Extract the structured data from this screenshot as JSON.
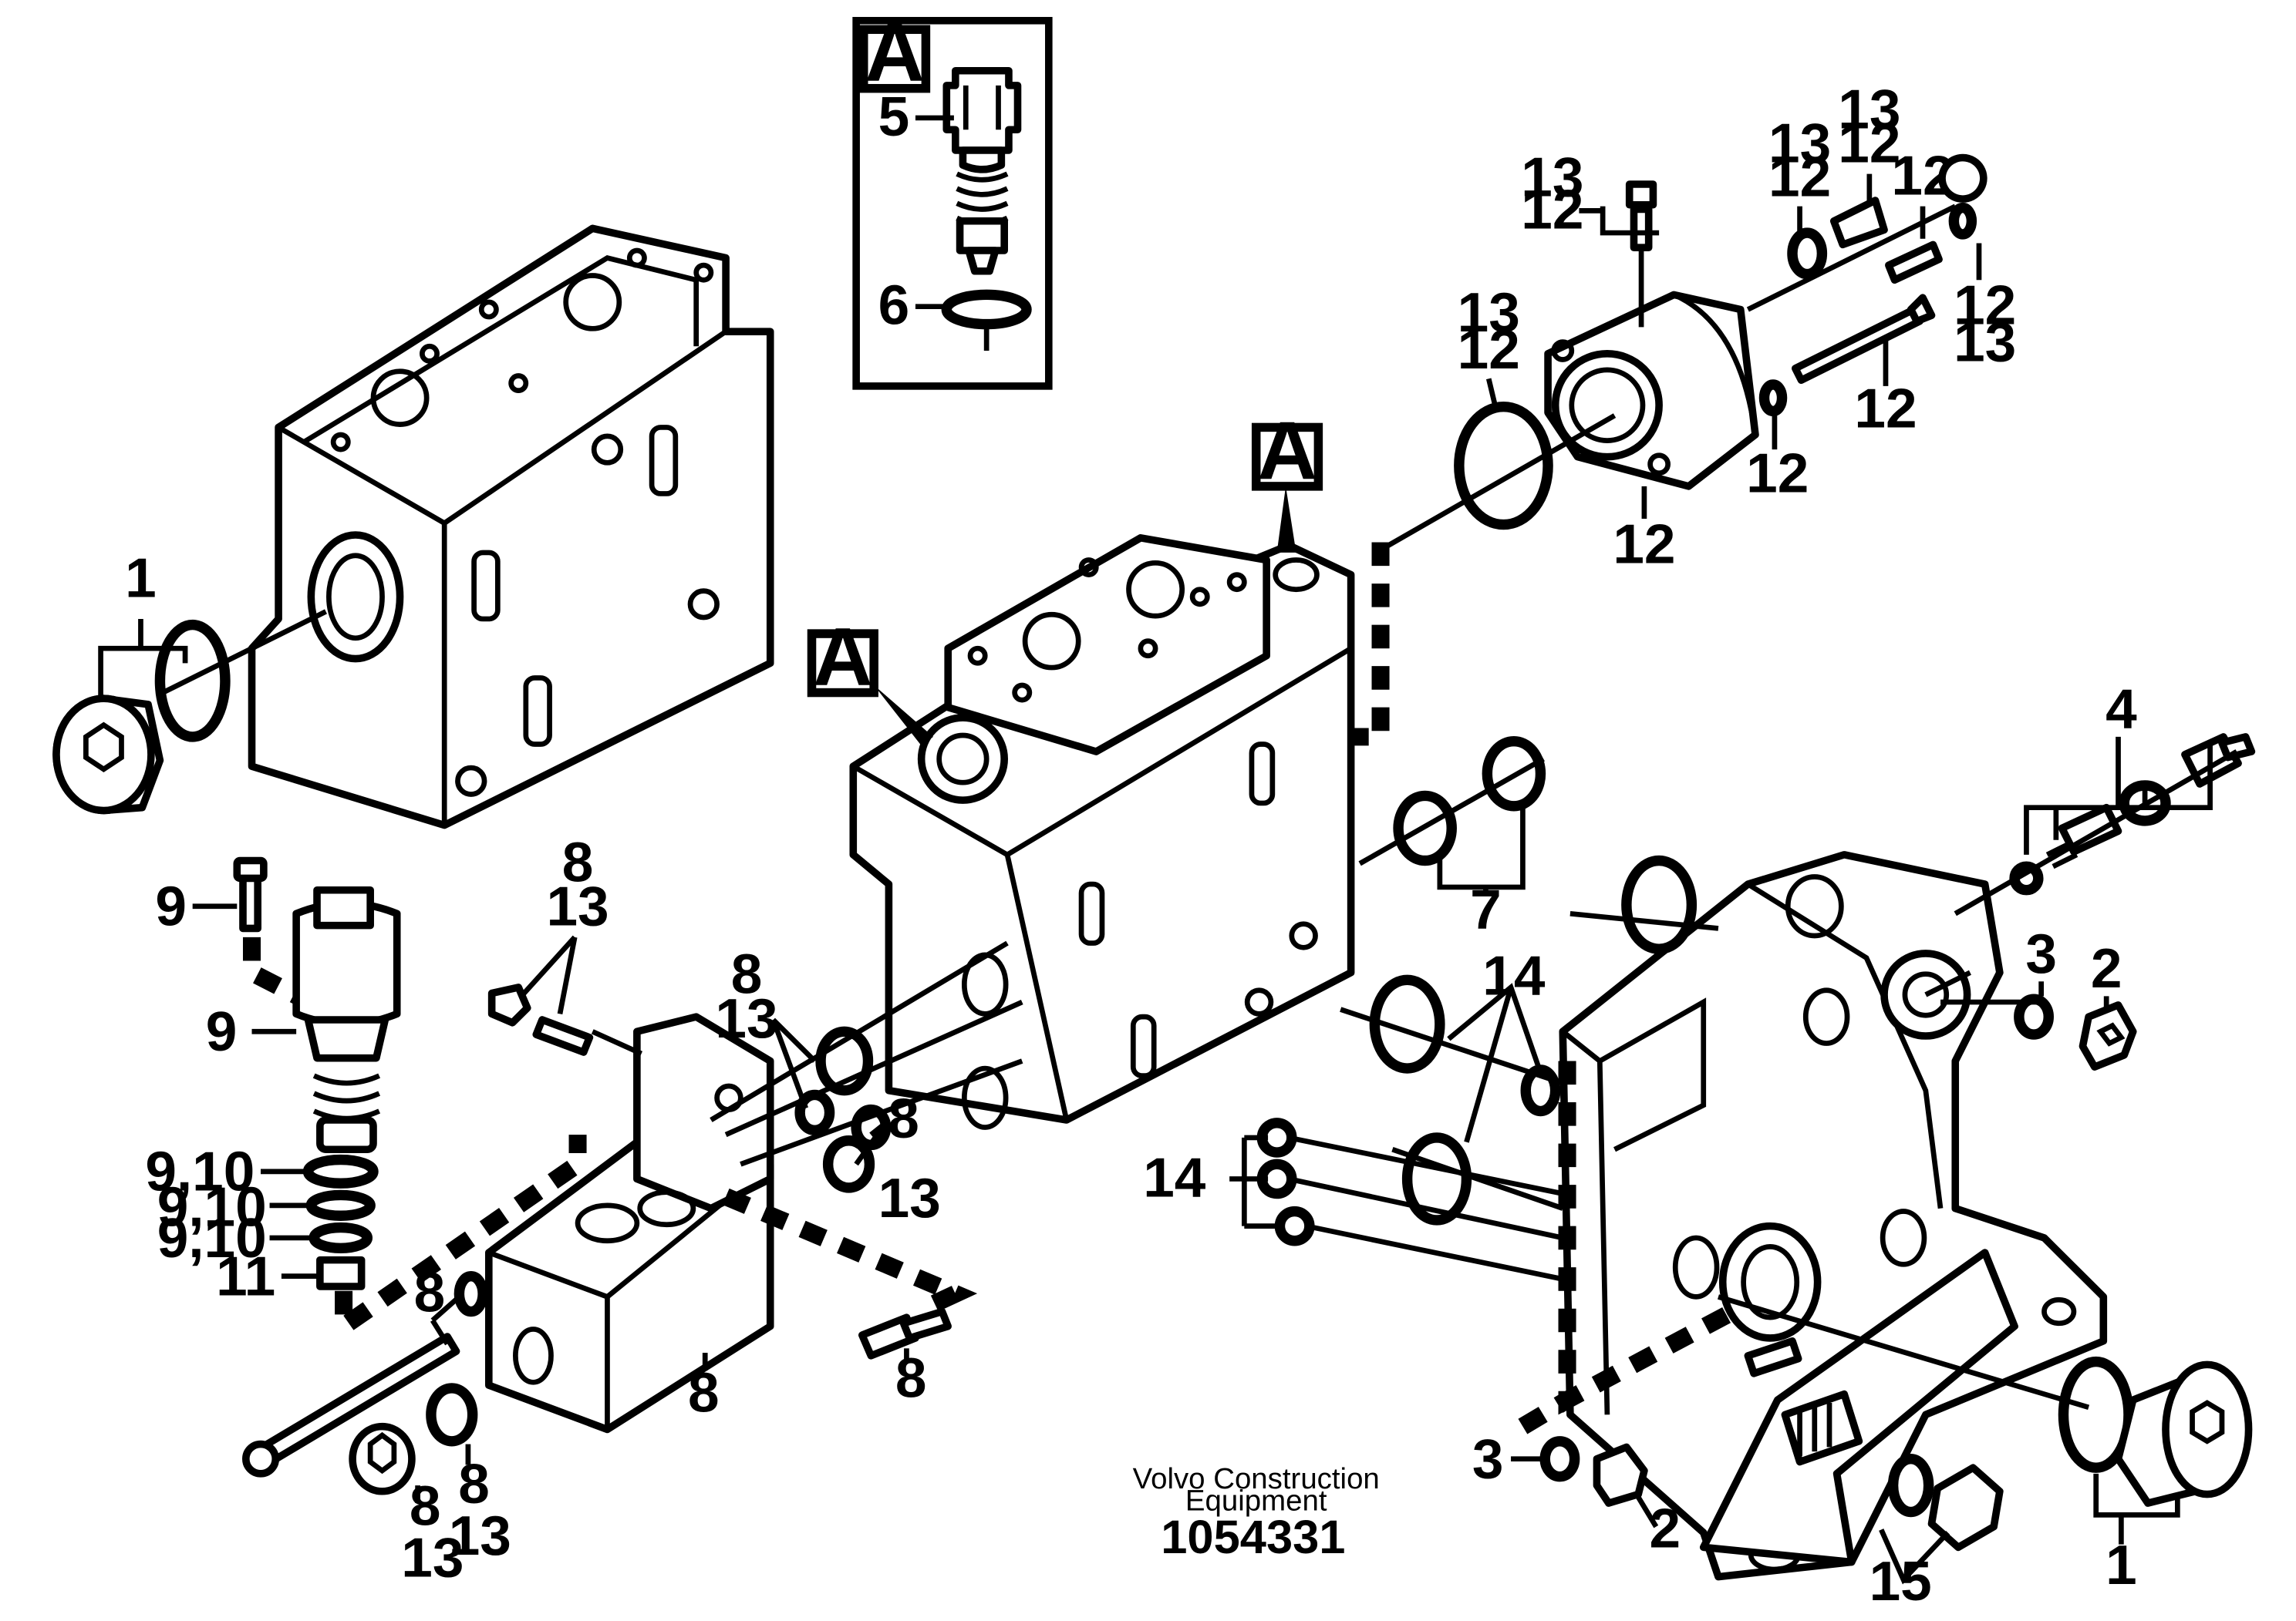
{
  "section_ref": "A",
  "callouts": [
    {
      "id": "c-inset-5",
      "text": "5"
    },
    {
      "id": "c-inset-6",
      "text": "6"
    },
    {
      "id": "c-1-left",
      "text": "1"
    },
    {
      "id": "c-9-top",
      "text": "9"
    },
    {
      "id": "c-9-mid",
      "text": "9"
    },
    {
      "id": "c-910-a",
      "text": "9,10"
    },
    {
      "id": "c-910-b",
      "text": "9,10"
    },
    {
      "id": "c-910-c",
      "text": "9,10"
    },
    {
      "id": "c-11",
      "text": "11"
    },
    {
      "id": "c-8-a",
      "text": "8"
    },
    {
      "id": "c-13-a",
      "text": "13"
    },
    {
      "id": "c-8-b",
      "text": "8"
    },
    {
      "id": "c-13-b",
      "text": "13"
    },
    {
      "id": "c-8-c",
      "text": "8"
    },
    {
      "id": "c-13-c",
      "text": "13"
    },
    {
      "id": "c-8-d",
      "text": "8"
    },
    {
      "id": "c-8-e",
      "text": "8"
    },
    {
      "id": "c-8-f",
      "text": "8"
    },
    {
      "id": "c-8-g",
      "text": "8"
    },
    {
      "id": "c-13-g",
      "text": "13"
    },
    {
      "id": "c-8-h",
      "text": "8"
    },
    {
      "id": "c-13-h",
      "text": "13"
    },
    {
      "id": "c-13-t1",
      "text": "13"
    },
    {
      "id": "c-12-t1",
      "text": "12"
    },
    {
      "id": "c-13-t2",
      "text": "13"
    },
    {
      "id": "c-12-t2",
      "text": "12"
    },
    {
      "id": "c-13-t3",
      "text": "13"
    },
    {
      "id": "c-12-t3",
      "text": "12"
    },
    {
      "id": "c-12-t4",
      "text": "12"
    },
    {
      "id": "c-12-r1",
      "text": "12"
    },
    {
      "id": "c-13-r1",
      "text": "13"
    },
    {
      "id": "c-13-o",
      "text": "13"
    },
    {
      "id": "c-12-o",
      "text": "12"
    },
    {
      "id": "c-12-bolt",
      "text": "12"
    },
    {
      "id": "c-12-wash",
      "text": "12"
    },
    {
      "id": "c-12-flange",
      "text": "12"
    },
    {
      "id": "c-7",
      "text": "7"
    },
    {
      "id": "c-4",
      "text": "4"
    },
    {
      "id": "c-14-a",
      "text": "14"
    },
    {
      "id": "c-14-b",
      "text": "14"
    },
    {
      "id": "c-3-r",
      "text": "3"
    },
    {
      "id": "c-2-r",
      "text": "2"
    },
    {
      "id": "c-3-b",
      "text": "3"
    },
    {
      "id": "c-2-b",
      "text": "2"
    },
    {
      "id": "c-15",
      "text": "15"
    },
    {
      "id": "c-1-r",
      "text": "1"
    }
  ],
  "credit_line1": "Volvo Construction",
  "credit_line2": "Equipment",
  "drawing_number": "1054331"
}
